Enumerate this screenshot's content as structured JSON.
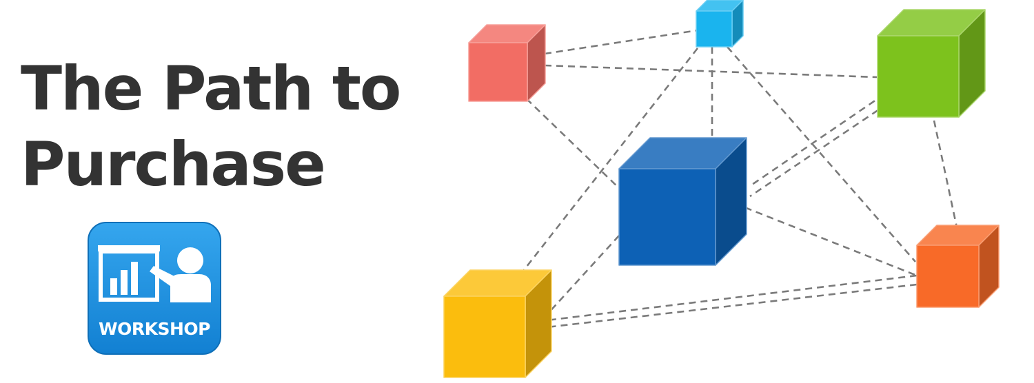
{
  "title": {
    "line1": "The Path to",
    "line2": "Purchase"
  },
  "badge": {
    "label": "WORKSHOP",
    "icon": "presenter-chart-icon",
    "color": "#1c8fdc"
  },
  "cubes": [
    {
      "name": "red",
      "color": "#f26d64"
    },
    {
      "name": "light-blue",
      "color": "#1ab4ee"
    },
    {
      "name": "green",
      "color": "#7dc21d"
    },
    {
      "name": "dark-blue",
      "color": "#0d61b5"
    },
    {
      "name": "yellow",
      "color": "#fbbd0d"
    },
    {
      "name": "orange",
      "color": "#f86a28"
    }
  ]
}
